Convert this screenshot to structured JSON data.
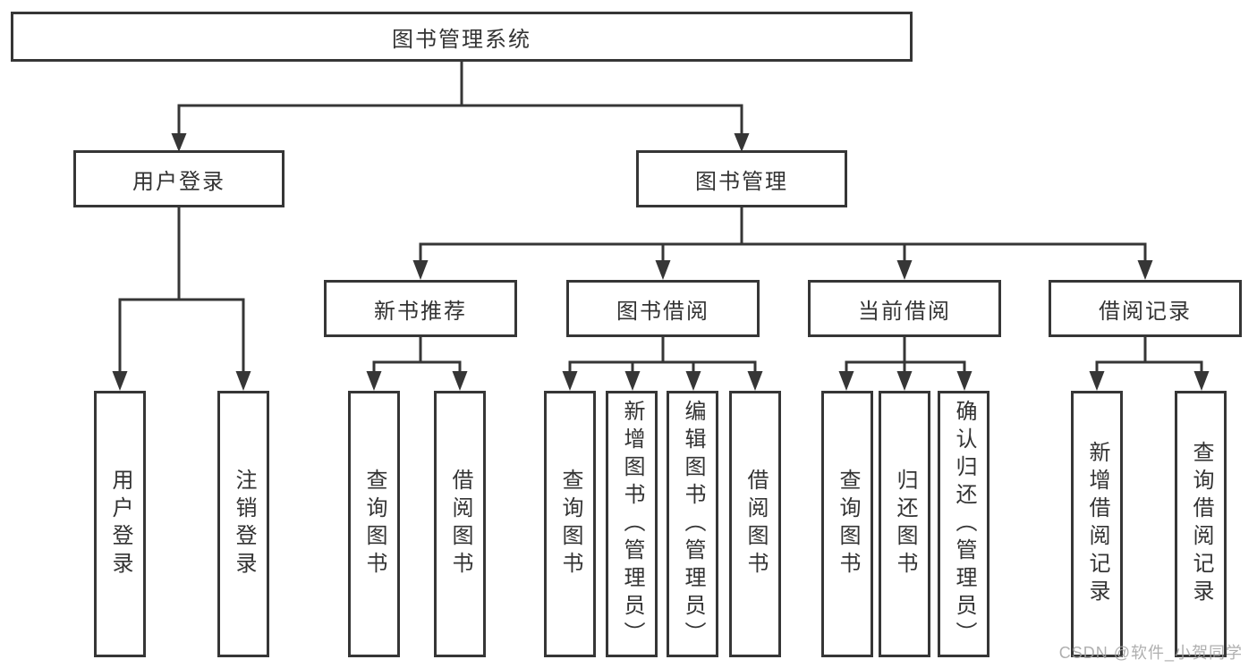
{
  "diagram_type": "functional-structure-tree",
  "colors": {
    "line": "#363636",
    "box_border": "#363636",
    "text": "#333333",
    "watermark": "#a4a4a4",
    "background": "#ffffff"
  },
  "tree": {
    "label": "图书管理系统",
    "children": [
      {
        "label": "用户登录",
        "children": [
          {
            "label": "用户登录"
          },
          {
            "label": "注销登录"
          }
        ]
      },
      {
        "label": "图书管理",
        "children": [
          {
            "label": "新书推荐",
            "children": [
              {
                "label": "查询图书"
              },
              {
                "label": "借阅图书"
              }
            ]
          },
          {
            "label": "图书借阅",
            "children": [
              {
                "label": "查询图书"
              },
              {
                "label": "新增图书（管理员）"
              },
              {
                "label": "编辑图书（管理员）"
              },
              {
                "label": "借阅图书"
              }
            ]
          },
          {
            "label": "当前借阅",
            "children": [
              {
                "label": "查询图书"
              },
              {
                "label": "归还图书"
              },
              {
                "label": "确认归还（管理员）"
              }
            ]
          },
          {
            "label": "借阅记录",
            "children": [
              {
                "label": "新增借阅记录"
              },
              {
                "label": "查询借阅记录"
              }
            ]
          }
        ]
      }
    ]
  },
  "watermark": {
    "text": "CSDN @软件_小贺同学"
  }
}
